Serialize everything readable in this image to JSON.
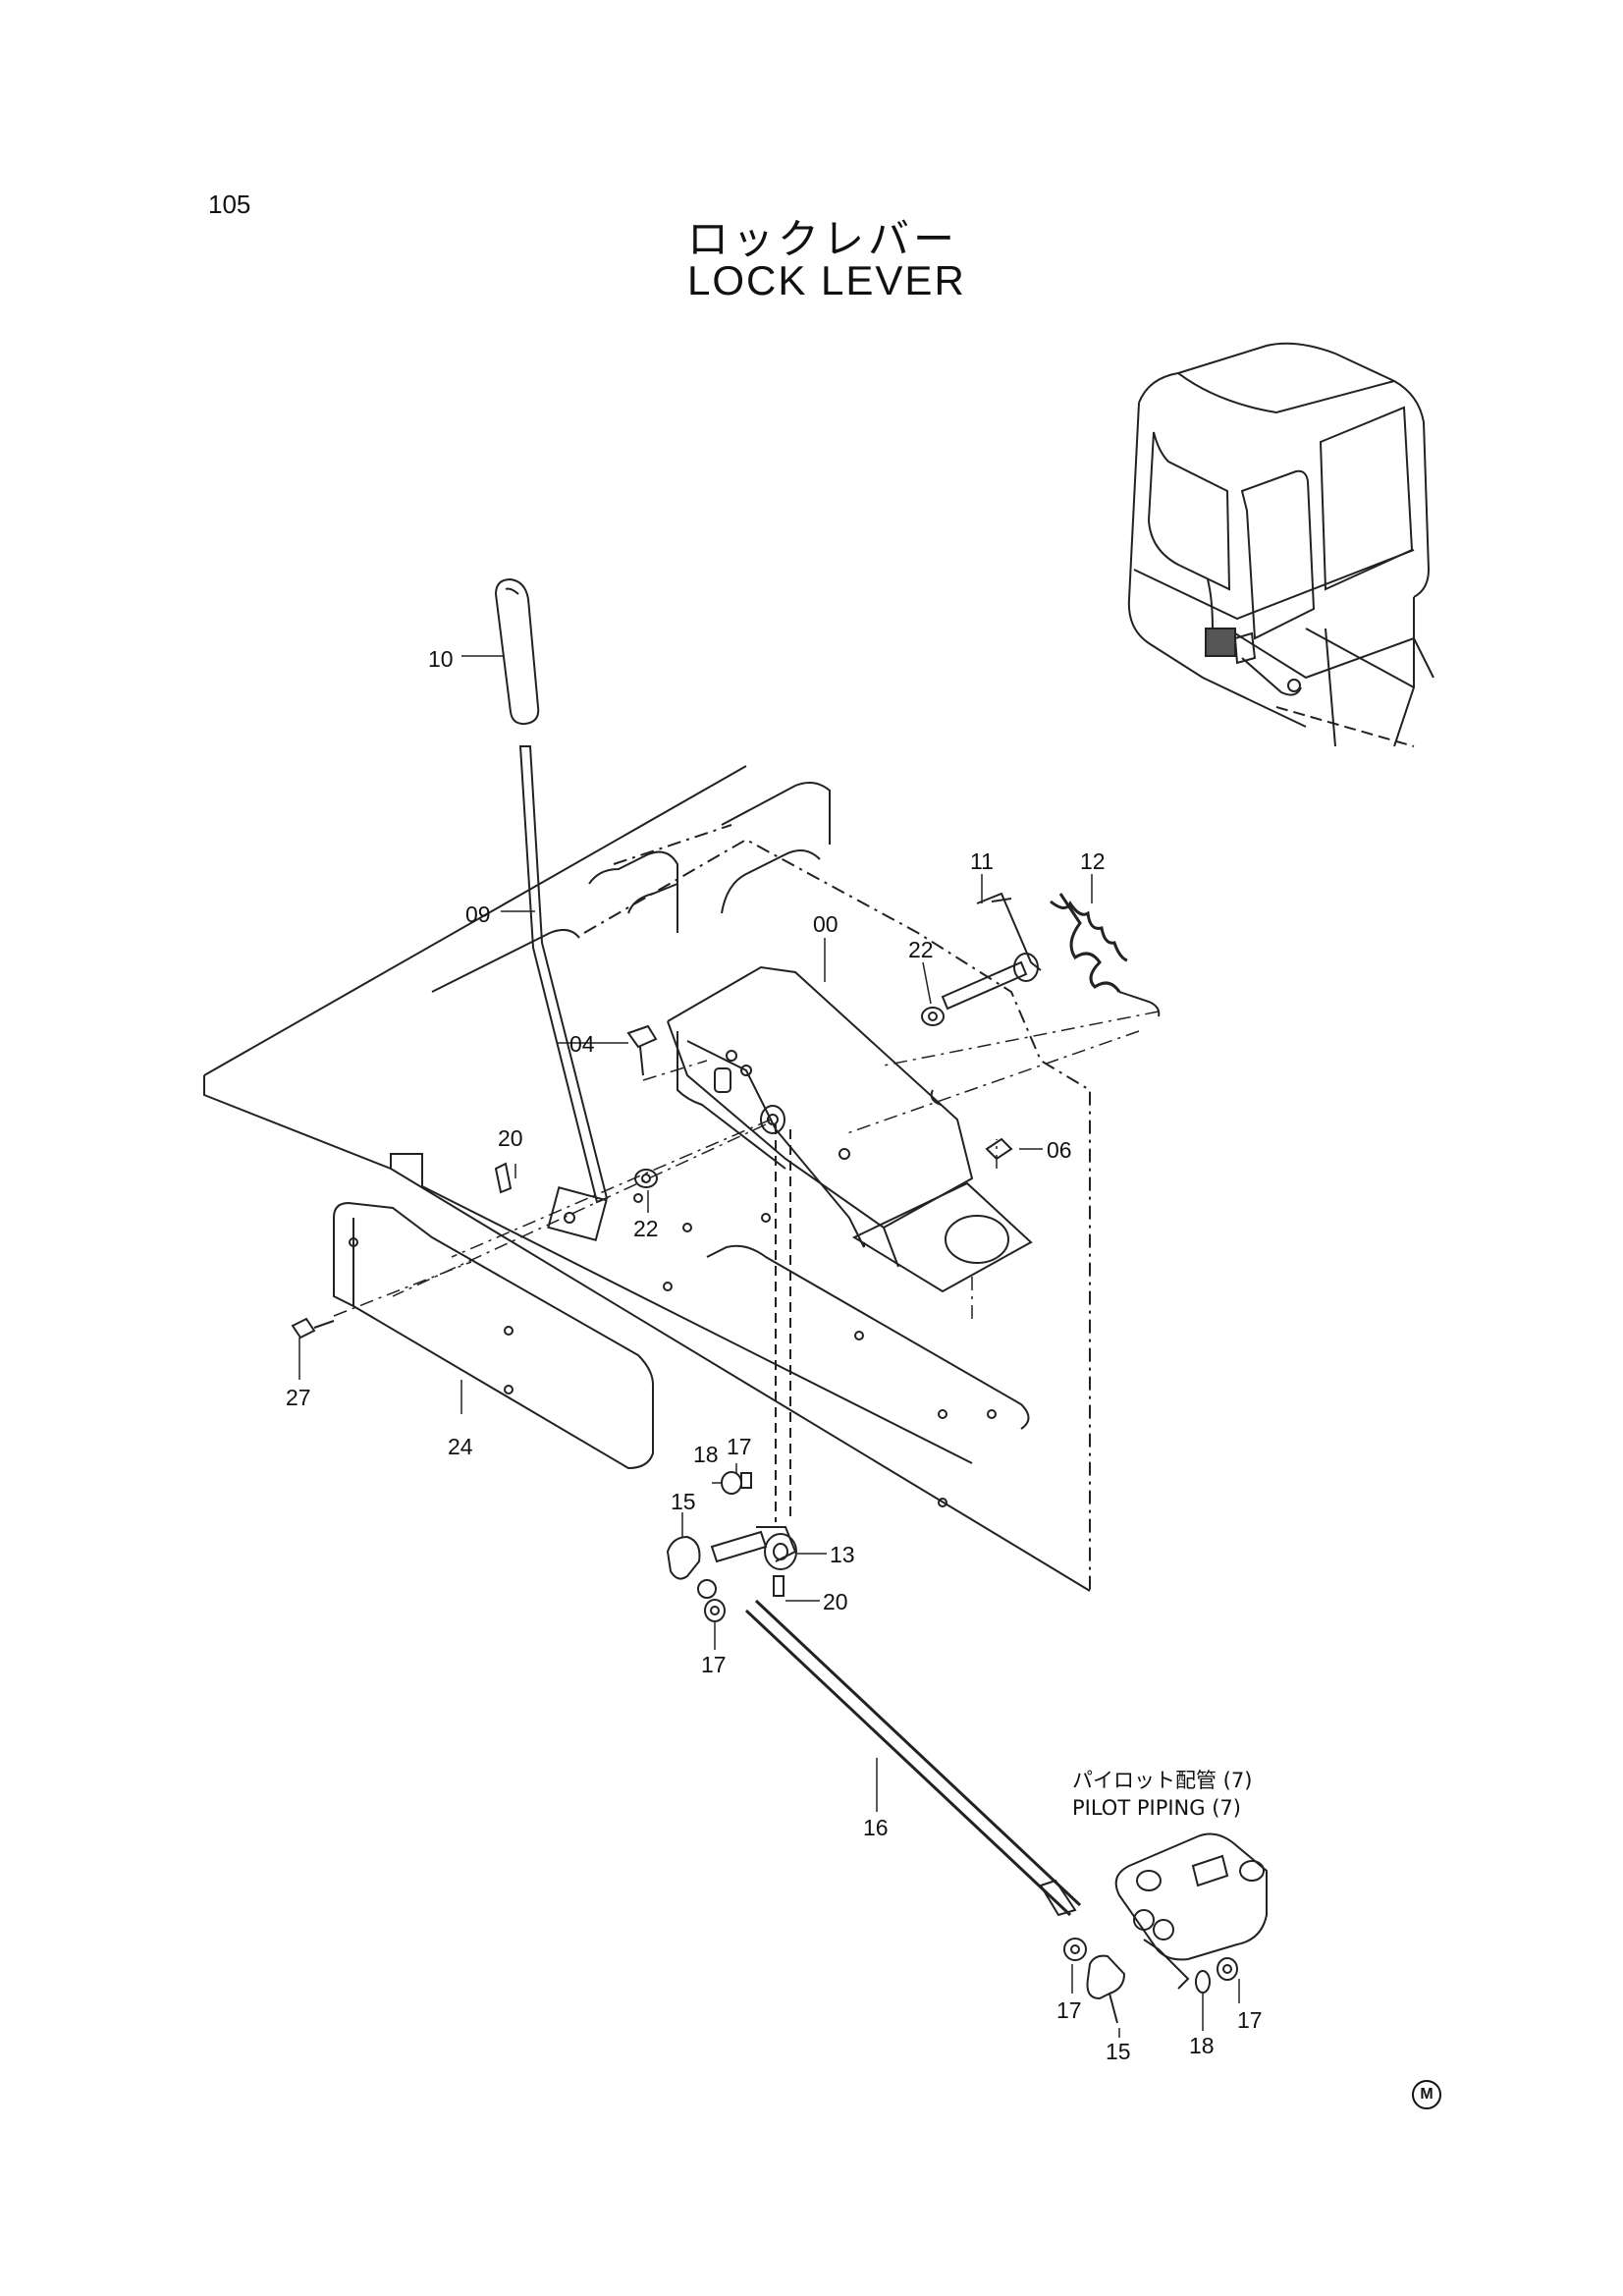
{
  "page_number": "105",
  "title_jp": "ロックレバー",
  "title_en": "LOCK LEVER",
  "sub_ref": {
    "jp": "パイロット配管 (7)",
    "en": "PILOT PIPING (7)"
  },
  "mark": "M",
  "parts": {
    "p10": "10",
    "p09": "09",
    "p00": "00",
    "p11": "11",
    "p12": "12",
    "p22a": "22",
    "p04": "04",
    "p06": "06",
    "p20a": "20",
    "p22b": "22",
    "p27": "27",
    "p24": "24",
    "p18a": "18",
    "p17a": "17",
    "p15a": "15",
    "p13": "13",
    "p20b": "20",
    "p17b": "17",
    "p16": "16",
    "p17c": "17",
    "p15b": "15",
    "p18b": "18",
    "p17d": "17"
  }
}
